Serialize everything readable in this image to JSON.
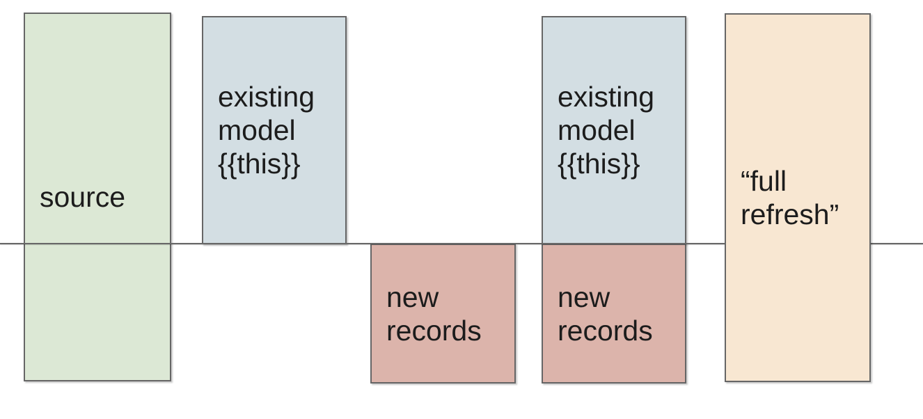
{
  "diagram": {
    "background_color": "#ffffff",
    "border_color": "#666666",
    "text_color": "#1c1c1c",
    "divider_line": {
      "color": "#686868",
      "description": "horizontal-line-separating-existing-data-above-from-new-records-below"
    },
    "boxes": [
      {
        "name": "source",
        "label": "source",
        "fill": "#dce8d5"
      },
      {
        "name": "existing-model-left",
        "label": "existing\nmodel\n{{this}}",
        "fill": "#d3dee3"
      },
      {
        "name": "new-records-left",
        "label": "new\nrecords",
        "fill": "#dcb4ab"
      },
      {
        "name": "existing-model-right",
        "label": "existing\nmodel\n{{this}}",
        "fill": "#d3dee3"
      },
      {
        "name": "new-records-right",
        "label": "new\nrecords",
        "fill": "#dcb4ab"
      },
      {
        "name": "full-refresh",
        "label": "“full\nrefresh”",
        "fill": "#f8e7d2"
      }
    ]
  }
}
